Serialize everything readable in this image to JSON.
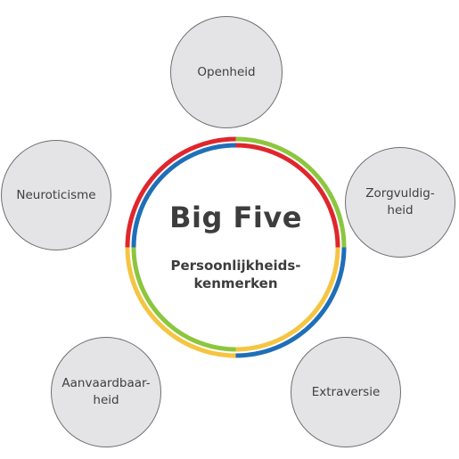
{
  "center": {
    "title": "Big Five",
    "subtitle": "Persoonlijkheids-\nkenmerken"
  },
  "traits": [
    {
      "label": "Openheid"
    },
    {
      "label": "Zorgvuldig-\nheid"
    },
    {
      "label": "Extraversie"
    },
    {
      "label": "Aanvaardbaar-\nheid"
    },
    {
      "label": "Neuroticisme"
    }
  ],
  "colors": {
    "yellow": "#f5c542",
    "green": "#8cc63e",
    "red": "#e0262d",
    "blue": "#1f6fb8",
    "bubble_fill": "#e4e4e6",
    "bubble_border": "#6f6f72",
    "text": "#3d3d3d"
  }
}
